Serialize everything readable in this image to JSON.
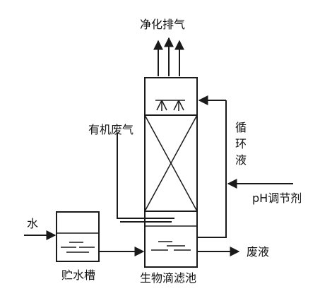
{
  "labels": {
    "clean_exhaust": "净化排气",
    "organic_waste_gas": "有机废气",
    "recirculation_liquid_1": "循",
    "recirculation_liquid_2": "环",
    "recirculation_liquid_3": "液",
    "ph_regulator": "pH调节剂",
    "water": "水",
    "waste_liquid": "废液",
    "water_tank": "贮水槽",
    "biotrickling_filter": "生物滴滤池"
  },
  "colors": {
    "line": "#1a1a1a",
    "background": "#ffffff"
  }
}
